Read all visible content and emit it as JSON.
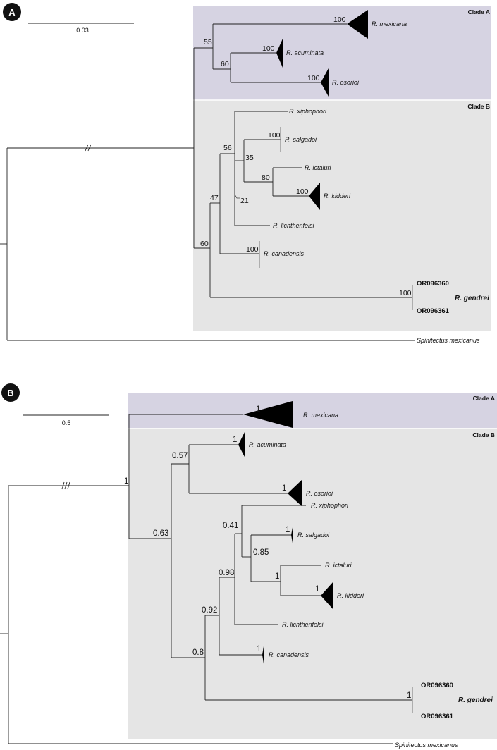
{
  "panel_a": {
    "letter": "A",
    "scale_label": "0.03",
    "clade_a": "Clade A",
    "clade_b": "Clade B",
    "taxa": {
      "mexicana": "R. mexicana",
      "acuminata": "R. acuminata",
      "osorioi": "R. osorioi",
      "xiphophori": "R. xiphophori",
      "salgadoi": "R. salgadoi",
      "ictaluri": "R. ictaluri",
      "kidderi": "R. kidderi",
      "lichthenfelsi": "R. lichthenfelsi",
      "canadensis": "R. canadensis",
      "acc1": "OR096360",
      "gendrei": "R. gendrei",
      "acc2": "OR096361",
      "outgroup": "Spinitectus mexicanus"
    },
    "support": {
      "mexicana": "100",
      "acuminata": "100",
      "osorioi": "100",
      "cladeA_root": "55",
      "acu_oso": "60",
      "salgadoi": "100",
      "ict_kid": "80",
      "kidderi": "100",
      "sal_group": "35",
      "xip_group": "56",
      "lich_node": "21",
      "node47": "47",
      "canadensis": "100",
      "cladeB_root": "60",
      "gendrei": "100"
    }
  },
  "panel_b": {
    "letter": "B",
    "scale_label": "0.5",
    "clade_a": "Clade A",
    "clade_b": "Clade B",
    "taxa": {
      "mexicana": "R. mexicana",
      "acuminata": "R. acuminata",
      "osorioi": "R. osorioi",
      "xiphophori": "R. xiphophori",
      "salgadoi": "R. salgadoi",
      "ictaluri": "R. ictaluri",
      "kidderi": "R. kidderi",
      "lichthenfelsi": "R. lichthenfelsi",
      "canadensis": "R. canadensis",
      "acc1": "OR096360",
      "gendrei": "R. gendrei",
      "acc2": "OR096361",
      "outgroup": "Spinitectus mexicanus"
    },
    "support": {
      "mexicana": "1",
      "root_ingroup": "1",
      "acuminata": "1",
      "osorioi": "1",
      "acu_oso": "0.57",
      "xiphophori_node": "0.41",
      "salgadoi": "1",
      "sal_group": "0.85",
      "ict_kid": "1",
      "kidderi": "1",
      "node098": "0.98",
      "node092": "0.92",
      "canadensis": "1",
      "node08": "0.8",
      "node063": "0.63",
      "gendrei": "1"
    }
  }
}
